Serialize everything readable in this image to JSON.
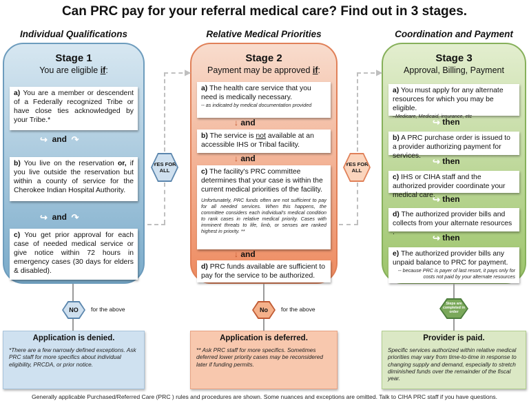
{
  "title": "Can PRC pay for your referral medical care? Find out in 3 stages.",
  "columns": [
    {
      "heading": "Individual Qualifications"
    },
    {
      "heading": "Relative Medical Priorities"
    },
    {
      "heading": "Coordination and Payment"
    }
  ],
  "stage1": {
    "title": "Stage 1",
    "subtitle_pre": "You are eligible ",
    "subtitle_em": "if",
    "subtitle_post": ":",
    "items": [
      {
        "letter": "a)",
        "text": "You are a member or descendent of a Federally recognized Tribe or have close ties acknowledged by your Tribe.*"
      },
      {
        "letter": "b)",
        "text_pre": "You live on the reservation ",
        "text_em": "or,",
        "text_post": " if you live outside the reservation but within a county of service for the Cherokee Indian Hospital Authority."
      },
      {
        "letter": "c)",
        "text": "You get prior approval for each case of needed medical service or give notice within 72 hours in emergency cases (30 days for elders & disabled)."
      }
    ],
    "connector": "and"
  },
  "stage2": {
    "title": "Stage 2",
    "subtitle_pre": "Payment may be approved ",
    "subtitle_em": "if",
    "subtitle_post": ":",
    "items": [
      {
        "letter": "a)",
        "text": "The health care service that you need is medically necessary.",
        "note": "-- as indicated by medical documentation provided"
      },
      {
        "letter": "b)",
        "text_pre": "The service is ",
        "text_em": "not",
        "text_post": " available at an accessible IHS or Tribal facility."
      },
      {
        "letter": "c)",
        "text": "The facility's PRC committee determines that your case is within the current medical priorities of the facility.",
        "note": "Unfortunately, PRC funds often are not sufficient to pay for all needed services. When this happens, the committee considers each individual's medical condition to rank cases in relative medical priority. Cases with imminent threats to life, limb, or senses are ranked highest in priority. **"
      },
      {
        "letter": "d)",
        "text": "PRC funds available are sufficient to pay for the service to be authorized."
      }
    ],
    "connector": "and"
  },
  "stage3": {
    "title": "Stage 3",
    "subtitle": "Approval, Billing, Payment",
    "items": [
      {
        "letter": "a)",
        "text": "You must apply for any alternate resources for which you may be eligible.",
        "note": "–Medicare, Medicaid, insurance, etc"
      },
      {
        "letter": "b)",
        "text": "A PRC purchase order is issued to a provider authorizing payment for services."
      },
      {
        "letter": "c)",
        "text": "IHS or CIHA staff and the authorized provider coordinate your medical care."
      },
      {
        "letter": "d)",
        "text": "The authorized provider bills and collects from your alternate resources ."
      },
      {
        "letter": "e)",
        "text": "The authorized provider bills any unpaid balance to PRC for payment.",
        "note": "-- because PRC is payer of last resort, it pays only for costs not paid by your alternate resources"
      }
    ],
    "connector": "then"
  },
  "yes_badges": [
    "YES FOR ALL",
    "YES FOR ALL"
  ],
  "no_badge": {
    "label": "NO",
    "text": "for the above"
  },
  "no_badge2": {
    "label": "No",
    "text": "for the above"
  },
  "steps_badge": "Steps are completed in order",
  "results": [
    {
      "title": "Application is denied.",
      "text": "*There are a few narrowly defined exceptions. Ask PRC staff for more specifics about individual eligibility, PRCDA, or prior notice."
    },
    {
      "title": "Application is deferred.",
      "text": "** Ask PRC staff for more specifics. Sometimes deferred lower priority cases may be reconsidered later if funding permits."
    },
    {
      "title": "Provider is paid.",
      "text": "Specific services authorized within relative medical priorities may vary from time-to-time in response to changing supply and demand, especially to stretch diminished funds over the remainder of the fiscal year."
    }
  ],
  "footer": "Generally applicable Purchased/Referred Care (PRC ) rules and procedures are shown. Some nuances and exceptions are omitted. Talk to CIHA PRC staff if you have questions.",
  "colors": {
    "stage1": "#7aabca",
    "stage2": "#ee8a5f",
    "stage3": "#9cc46a"
  }
}
